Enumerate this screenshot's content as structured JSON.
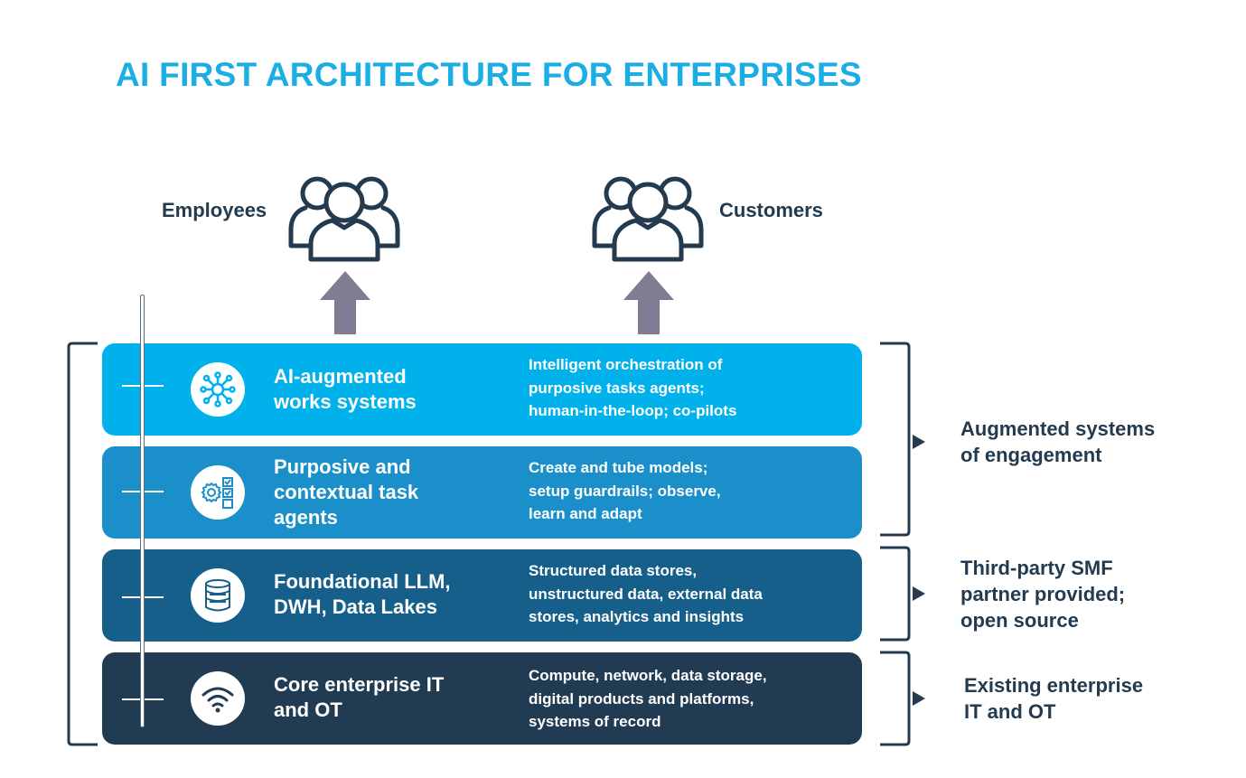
{
  "title": "AI FIRST ARCHITECTURE FOR ENTERPRISES",
  "actors": {
    "employees": "Employees",
    "customers": "Customers"
  },
  "layers": [
    {
      "title_lines": [
        "AI-augmented",
        "works systems"
      ],
      "desc_lines": [
        "Intelligent orchestration of",
        "purposive tasks agents;",
        "human-in-the-loop; co-pilots"
      ],
      "color": "#00b1ec",
      "icon": "network-hub-icon"
    },
    {
      "title_lines": [
        "Purposive and",
        "contextual task",
        "agents"
      ],
      "desc_lines": [
        "Create and tube models;",
        "setup guardrails; observe,",
        "learn and adapt"
      ],
      "color": "#1a8fc9",
      "icon": "gear-checklist-icon"
    },
    {
      "title_lines": [
        "Foundational LLM,",
        "DWH, Data Lakes"
      ],
      "desc_lines": [
        "Structured data stores,",
        "unstructured data, external data",
        "stores, analytics and insights"
      ],
      "color": "#155f8a",
      "icon": "database-icon"
    },
    {
      "title_lines": [
        "Core enterprise IT",
        "and OT"
      ],
      "desc_lines": [
        "Compute, network, data storage,",
        "digital products and platforms,",
        "systems of record"
      ],
      "color": "#213b53",
      "icon": "wifi-icon"
    }
  ],
  "groups": [
    {
      "lines": [
        "Augmented systems",
        "of engagement"
      ]
    },
    {
      "lines": [
        "Third-party SMF",
        "partner provided;",
        "open source"
      ]
    },
    {
      "lines": [
        "Existing enterprise",
        "IT and OT"
      ]
    }
  ],
  "colors": {
    "title": "#1aaee5",
    "text_dark": "#233a4f",
    "arrow": "#807d93",
    "bracket": "#233a4f"
  }
}
